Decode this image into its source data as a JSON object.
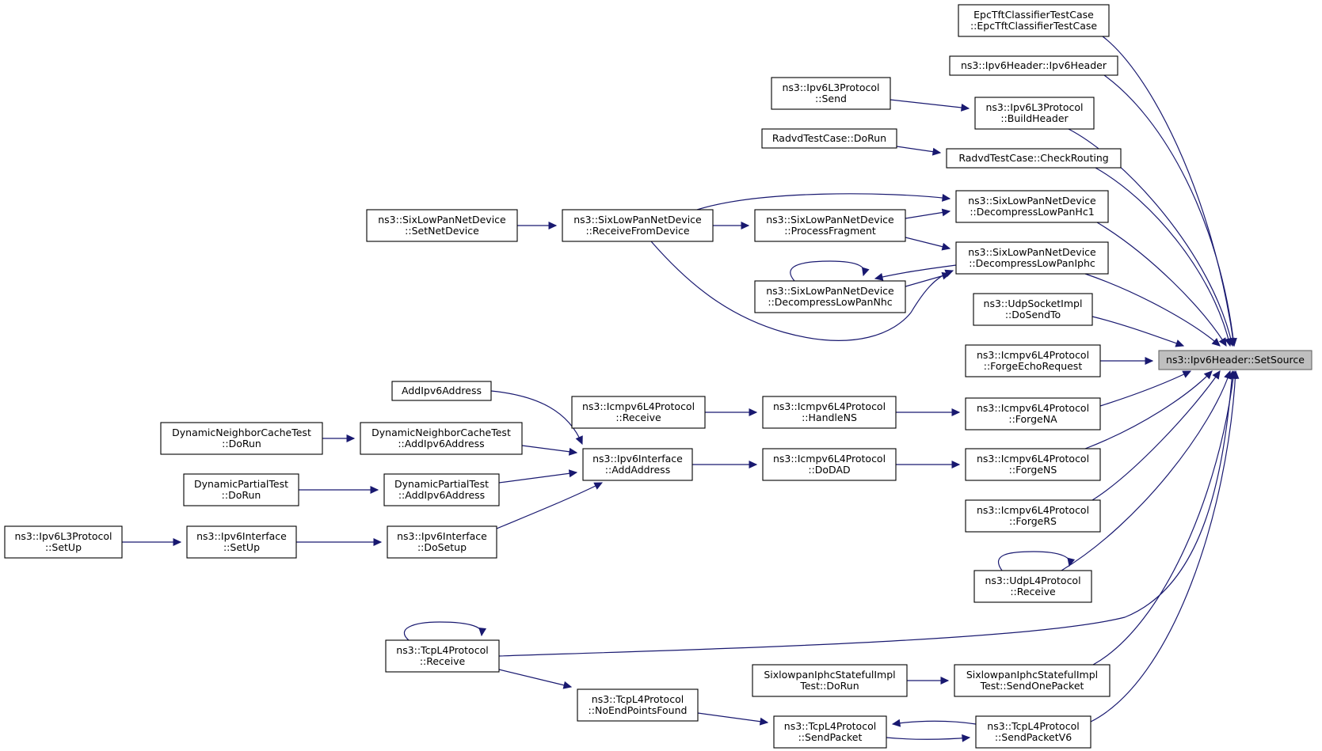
{
  "diagram": {
    "type": "caller-graph",
    "colors": {
      "edge": "#191970",
      "root_fill": "#bfbfbf",
      "root_border": "#666666",
      "node_fill": "#ffffff",
      "node_border": "#000000"
    },
    "nodes": [
      {
        "id": "root",
        "lines": [
          "ns3::Ipv6Header::SetSource"
        ],
        "root": true
      },
      {
        "id": "epc",
        "lines": [
          "EpcTftClassifierTestCase",
          "::EpcTftClassifierTestCase"
        ]
      },
      {
        "id": "ipv6hdr",
        "lines": [
          "ns3::Ipv6Header::Ipv6Header"
        ]
      },
      {
        "id": "l3send",
        "lines": [
          "ns3::Ipv6L3Protocol",
          "::Send"
        ]
      },
      {
        "id": "buildhdr",
        "lines": [
          "ns3::Ipv6L3Protocol",
          "::BuildHeader"
        ]
      },
      {
        "id": "radvdrun",
        "lines": [
          "RadvdTestCase::DoRun"
        ]
      },
      {
        "id": "checkrouting",
        "lines": [
          "RadvdTestCase::CheckRouting"
        ]
      },
      {
        "id": "setnetdev",
        "lines": [
          "ns3::SixLowPanNetDevice",
          "::SetNetDevice"
        ]
      },
      {
        "id": "recvfromdev",
        "lines": [
          "ns3::SixLowPanNetDevice",
          "::ReceiveFromDevice"
        ]
      },
      {
        "id": "procfrag",
        "lines": [
          "ns3::SixLowPanNetDevice",
          "::ProcessFragment"
        ]
      },
      {
        "id": "hc1",
        "lines": [
          "ns3::SixLowPanNetDevice",
          "::DecompressLowPanHc1"
        ]
      },
      {
        "id": "iphc",
        "lines": [
          "ns3::SixLowPanNetDevice",
          "::DecompressLowPanIphc"
        ]
      },
      {
        "id": "nhc",
        "lines": [
          "ns3::SixLowPanNetDevice",
          "::DecompressLowPanNhc"
        ]
      },
      {
        "id": "udpsend",
        "lines": [
          "ns3::UdpSocketImpl",
          "::DoSendTo"
        ]
      },
      {
        "id": "forgeecho",
        "lines": [
          "ns3::Icmpv6L4Protocol",
          "::ForgeEchoRequest"
        ]
      },
      {
        "id": "addv6",
        "lines": [
          "AddIpv6Address"
        ]
      },
      {
        "id": "icmprecv",
        "lines": [
          "ns3::Icmpv6L4Protocol",
          "::Receive"
        ]
      },
      {
        "id": "handlens",
        "lines": [
          "ns3::Icmpv6L4Protocol",
          "::HandleNS"
        ]
      },
      {
        "id": "forgena",
        "lines": [
          "ns3::Icmpv6L4Protocol",
          "::ForgeNA"
        ]
      },
      {
        "id": "dnctrun",
        "lines": [
          "DynamicNeighborCacheTest",
          "::DoRun"
        ]
      },
      {
        "id": "dnctadd",
        "lines": [
          "DynamicNeighborCacheTest",
          "::AddIpv6Address"
        ]
      },
      {
        "id": "addaddr",
        "lines": [
          "ns3::Ipv6Interface",
          "::AddAddress"
        ]
      },
      {
        "id": "dodad",
        "lines": [
          "ns3::Icmpv6L4Protocol",
          "::DoDAD"
        ]
      },
      {
        "id": "forgens",
        "lines": [
          "ns3::Icmpv6L4Protocol",
          "::ForgeNS"
        ]
      },
      {
        "id": "dptrun",
        "lines": [
          "DynamicPartialTest",
          "::DoRun"
        ]
      },
      {
        "id": "dptadd",
        "lines": [
          "DynamicPartialTest",
          "::AddIpv6Address"
        ]
      },
      {
        "id": "forgers",
        "lines": [
          "ns3::Icmpv6L4Protocol",
          "::ForgeRS"
        ]
      },
      {
        "id": "l3setup",
        "lines": [
          "ns3::Ipv6L3Protocol",
          "::SetUp"
        ]
      },
      {
        "id": "ifsetup",
        "lines": [
          "ns3::Ipv6Interface",
          "::SetUp"
        ]
      },
      {
        "id": "ifdosetup",
        "lines": [
          "ns3::Ipv6Interface",
          "::DoSetup"
        ]
      },
      {
        "id": "udprecv",
        "lines": [
          "ns3::UdpL4Protocol",
          "::Receive"
        ]
      },
      {
        "id": "tcprecv",
        "lines": [
          "ns3::TcpL4Protocol",
          "::Receive"
        ]
      },
      {
        "id": "sixrun",
        "lines": [
          "SixlowpanIphcStatefulImpl",
          "Test::DoRun"
        ]
      },
      {
        "id": "sixsend",
        "lines": [
          "SixlowpanIphcStatefulImpl",
          "Test::SendOnePacket"
        ]
      },
      {
        "id": "noend",
        "lines": [
          "ns3::TcpL4Protocol",
          "::NoEndPointsFound"
        ]
      },
      {
        "id": "tcpsend",
        "lines": [
          "ns3::TcpL4Protocol",
          "::SendPacket"
        ]
      },
      {
        "id": "tcpsendv6",
        "lines": [
          "ns3::TcpL4Protocol",
          "::SendPacketV6"
        ]
      }
    ],
    "edges": [
      {
        "from": "epc",
        "to": "root"
      },
      {
        "from": "ipv6hdr",
        "to": "root"
      },
      {
        "from": "buildhdr",
        "to": "root"
      },
      {
        "from": "l3send",
        "to": "buildhdr"
      },
      {
        "from": "checkrouting",
        "to": "root"
      },
      {
        "from": "radvdrun",
        "to": "checkrouting"
      },
      {
        "from": "hc1",
        "to": "root"
      },
      {
        "from": "recvfromdev",
        "to": "hc1"
      },
      {
        "from": "procfrag",
        "to": "hc1"
      },
      {
        "from": "setnetdev",
        "to": "recvfromdev"
      },
      {
        "from": "recvfromdev",
        "to": "procfrag"
      },
      {
        "from": "iphc",
        "to": "root"
      },
      {
        "from": "procfrag",
        "to": "iphc"
      },
      {
        "from": "recvfromdev",
        "to": "iphc"
      },
      {
        "from": "nhc",
        "to": "iphc"
      },
      {
        "from": "iphc",
        "to": "nhc"
      },
      {
        "from": "nhc",
        "to": "nhc"
      },
      {
        "from": "udpsend",
        "to": "root"
      },
      {
        "from": "forgeecho",
        "to": "root"
      },
      {
        "from": "forgena",
        "to": "root"
      },
      {
        "from": "handlens",
        "to": "forgena"
      },
      {
        "from": "icmprecv",
        "to": "handlens"
      },
      {
        "from": "forgens",
        "to": "root"
      },
      {
        "from": "dodad",
        "to": "forgens"
      },
      {
        "from": "addaddr",
        "to": "dodad"
      },
      {
        "from": "addv6",
        "to": "addaddr"
      },
      {
        "from": "dnctadd",
        "to": "addaddr"
      },
      {
        "from": "dptadd",
        "to": "addaddr"
      },
      {
        "from": "ifdosetup",
        "to": "addaddr"
      },
      {
        "from": "dnctrun",
        "to": "dnctadd"
      },
      {
        "from": "dptrun",
        "to": "dptadd"
      },
      {
        "from": "ifsetup",
        "to": "ifdosetup"
      },
      {
        "from": "l3setup",
        "to": "ifsetup"
      },
      {
        "from": "forgers",
        "to": "root"
      },
      {
        "from": "udprecv",
        "to": "root"
      },
      {
        "from": "udprecv",
        "to": "udprecv"
      },
      {
        "from": "tcprecv",
        "to": "root"
      },
      {
        "from": "tcprecv",
        "to": "tcprecv"
      },
      {
        "from": "tcprecv",
        "to": "noend"
      },
      {
        "from": "noend",
        "to": "tcpsend"
      },
      {
        "from": "sixsend",
        "to": "root"
      },
      {
        "from": "sixrun",
        "to": "sixsend"
      },
      {
        "from": "tcpsendv6",
        "to": "root"
      },
      {
        "from": "tcpsend",
        "to": "tcpsendv6"
      },
      {
        "from": "tcpsendv6",
        "to": "tcpsend"
      }
    ]
  }
}
